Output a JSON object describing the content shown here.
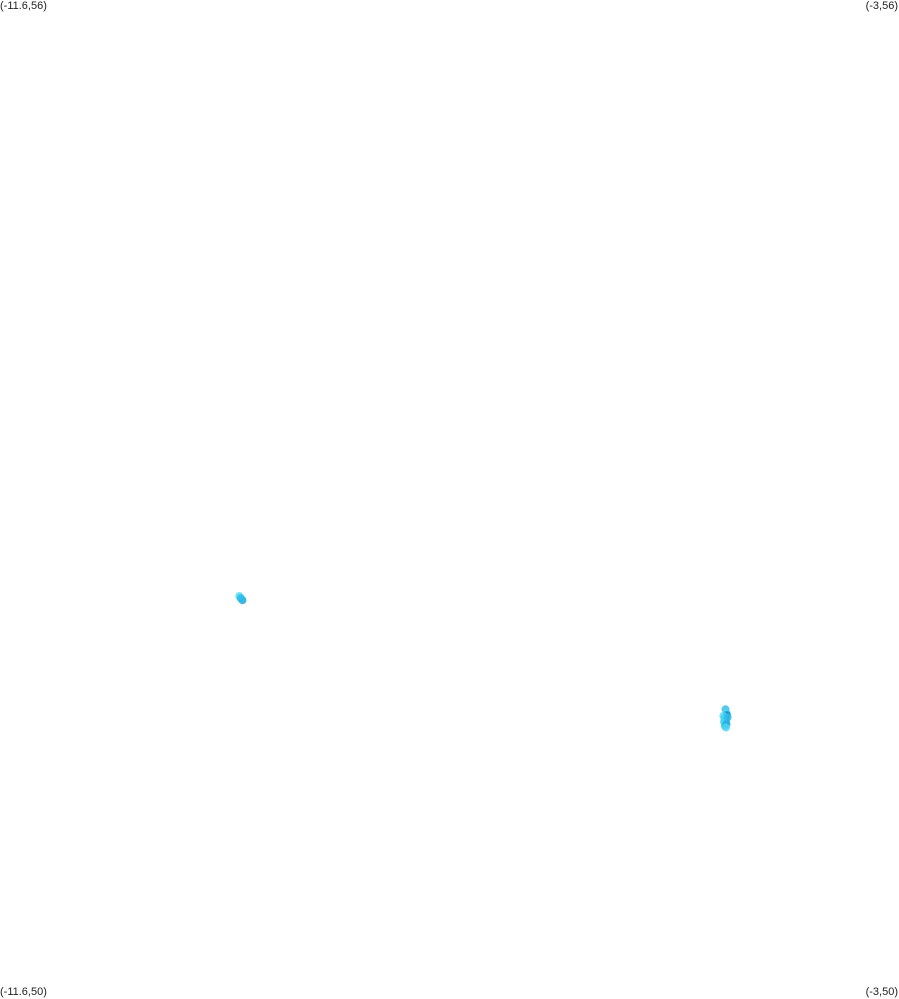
{
  "corners": {
    "top_left": "(-11.6,56)",
    "top_right": "(-3,56)",
    "bottom_left": "(-11.6,50)",
    "bottom_right": "(-3,50)"
  },
  "chart_data": {
    "type": "scatter",
    "title": "",
    "xlabel": "",
    "ylabel": "",
    "xlim": [
      -11.6,
      -3
    ],
    "ylim": [
      50,
      56
    ],
    "grid": false,
    "colors": [
      "#4dd6f0",
      "#2bbbe8",
      "#1aa0dd",
      "#0d86cc"
    ],
    "series": [
      {
        "points": [
          {
            "x": -9.3,
            "y": 52.41,
            "c": 0
          },
          {
            "x": -9.28,
            "y": 52.395,
            "c": 2
          },
          {
            "x": -9.31,
            "y": 52.42,
            "c": 0
          },
          {
            "x": -9.295,
            "y": 52.405,
            "c": 1
          },
          {
            "x": -4.66,
            "y": 51.74,
            "c": 1
          },
          {
            "x": -4.65,
            "y": 51.72,
            "c": 0
          },
          {
            "x": -4.645,
            "y": 51.705,
            "c": 3
          },
          {
            "x": -4.665,
            "y": 51.69,
            "c": 2
          },
          {
            "x": -4.67,
            "y": 51.68,
            "c": 0
          },
          {
            "x": -4.655,
            "y": 51.675,
            "c": 3
          },
          {
            "x": -4.66,
            "y": 51.66,
            "c": 1
          },
          {
            "x": -4.675,
            "y": 51.665,
            "c": 0
          },
          {
            "x": -4.65,
            "y": 51.65,
            "c": 2
          },
          {
            "x": -4.665,
            "y": 51.64,
            "c": 1
          },
          {
            "x": -4.655,
            "y": 51.63,
            "c": 0
          },
          {
            "x": -4.68,
            "y": 51.7,
            "c": 0
          },
          {
            "x": -4.64,
            "y": 51.69,
            "c": 1
          }
        ]
      }
    ]
  }
}
